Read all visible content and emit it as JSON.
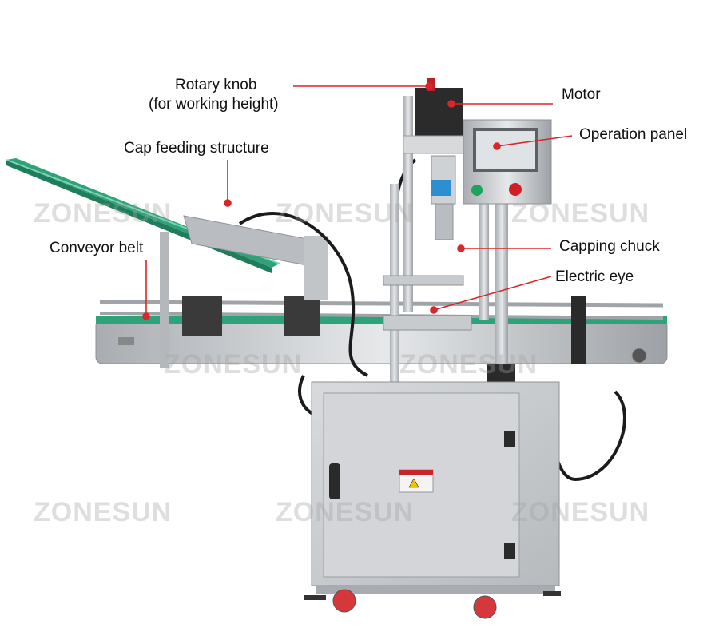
{
  "watermark": "ZONESUN",
  "colors": {
    "callout": "#d9262a",
    "steel": "#c9cccf",
    "belt": "#2ea37a",
    "panel": "#d4d6d9"
  },
  "callouts": {
    "rotary_knob_line1": "Rotary knob",
    "rotary_knob_line2": "(for working height)",
    "motor": "Motor",
    "cap_feeding_structure": "Cap feeding structure",
    "operation_panel": "Operation panel",
    "conveyor_belt": "Conveyor belt",
    "capping_chuck": "Capping chuck",
    "electric_eye": "Electric eye"
  },
  "warning_sticker": {
    "title": "Warning"
  },
  "icons": {
    "start_button": "green-button",
    "stop_button": "red-button"
  }
}
